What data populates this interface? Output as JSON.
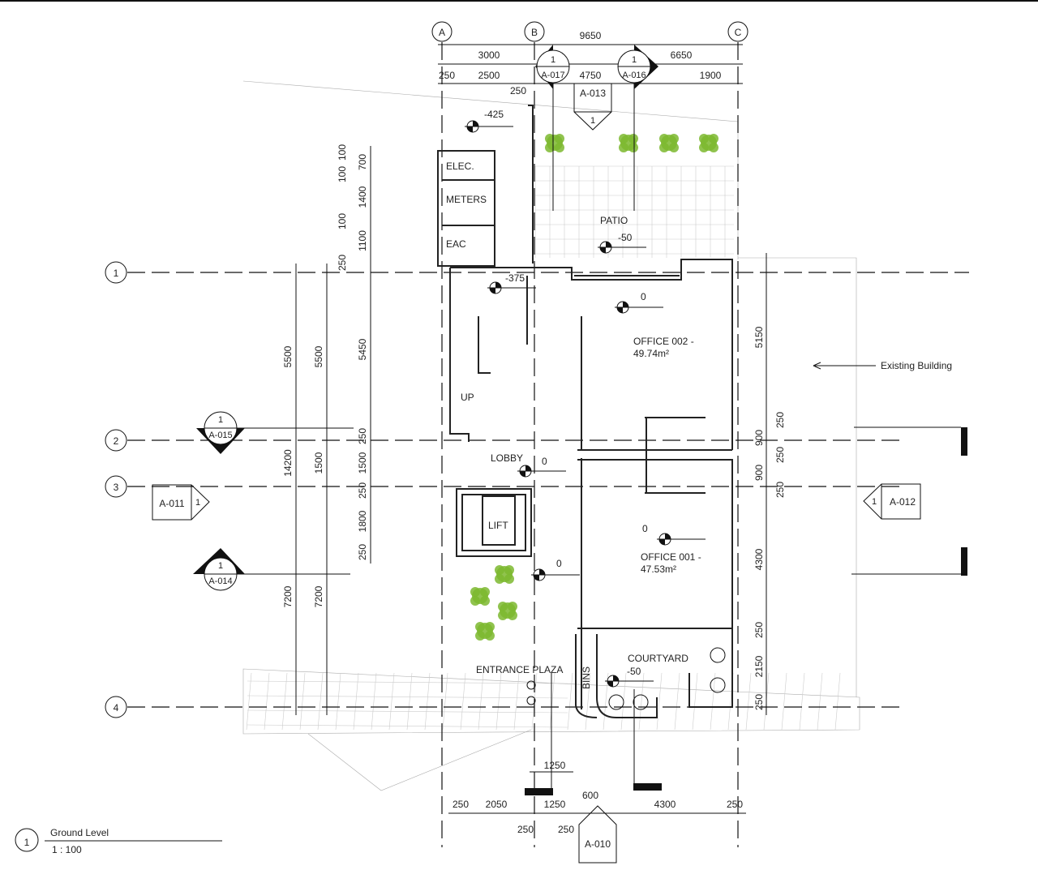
{
  "title": {
    "number": "1",
    "name": "Ground Level",
    "scale": "1 : 100"
  },
  "grid": {
    "vertical": [
      "A",
      "B",
      "C"
    ],
    "horizontal": [
      "1",
      "2",
      "3",
      "4"
    ]
  },
  "dims_top": {
    "overall": "9650",
    "row2": [
      "3000",
      "6650"
    ],
    "row3": [
      "250",
      "2500",
      "250",
      "4750",
      "1900"
    ]
  },
  "dims_left": {
    "outer": [
      "5500",
      "14200",
      "7200"
    ],
    "middle": [
      "5500",
      "1500",
      "7200"
    ],
    "chain_upper": [
      "100",
      "700",
      "100",
      "1400",
      "100",
      "1100",
      "250"
    ],
    "chain_lower": [
      "5450",
      "250",
      "1500",
      "250",
      "1800",
      "250"
    ]
  },
  "dims_right": [
    "5150",
    "250",
    "900",
    "250",
    "900",
    "250",
    "4300",
    "250",
    "2150",
    "250"
  ],
  "dims_bottom": {
    "upper": "1250",
    "row": [
      "250",
      "2050",
      "250",
      "1250",
      "250",
      "600",
      "4300",
      "250"
    ]
  },
  "section_markers": [
    {
      "num": "1",
      "sheet": "A-017"
    },
    {
      "num": "1",
      "sheet": "A-016"
    },
    {
      "num": "1",
      "sheet": "A-015"
    },
    {
      "num": "1",
      "sheet": "A-014"
    }
  ],
  "elevation_markers": [
    {
      "num": "1",
      "sheet": "A-013"
    },
    {
      "num": "1",
      "sheet": "A-011"
    },
    {
      "num": "1",
      "sheet": "A-012"
    },
    {
      "sheet": "A-010"
    }
  ],
  "rooms": {
    "elec": "ELEC.",
    "meters": "METERS",
    "eac": "EAC",
    "patio": "PATIO",
    "office2_name": "OFFICE  002 -",
    "office2_area": "49.74m²",
    "up": "UP",
    "lobby": "LOBBY",
    "lift": "LIFT",
    "office1_name": "OFFICE  001 -",
    "office1_area": "47.53m²",
    "courtyard": "COURTYARD",
    "entrance": "ENTRANCE PLAZA",
    "bins": "BINS"
  },
  "levels": {
    "patio_top": "-425",
    "patio": "-50",
    "stair": "-375",
    "office2": "0",
    "lobby": "0",
    "office1": "0",
    "entry": "0",
    "courtyard": "-50"
  },
  "annotations": {
    "existing_building": "Existing Building"
  },
  "colors": {
    "line": "#111111",
    "planting": "#7cb82f"
  }
}
